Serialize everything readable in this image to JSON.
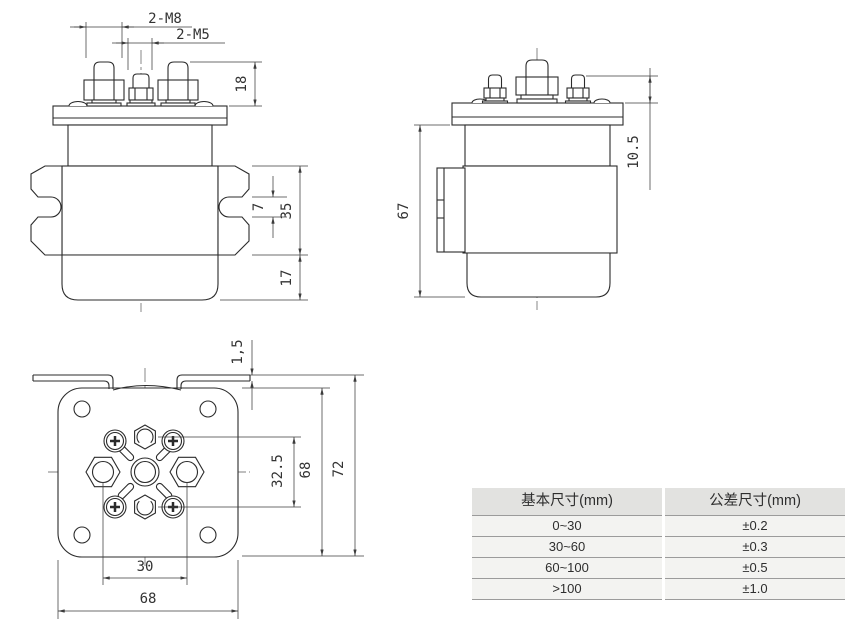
{
  "drawing": {
    "front_view": {
      "dim_2m8": "2-M8",
      "dim_2m5": "2-M5",
      "dim_terminal_height": "18",
      "dim_bracket_height": "35",
      "dim_slot_width": "7",
      "dim_bottom_height": "17"
    },
    "side_view": {
      "dim_body_height": "67",
      "dim_terminal_height": "10.5"
    },
    "bottom_view": {
      "dim_bracket_thickness": "1,5",
      "dim_coil_terminal_span": "32.5",
      "dim_plate_height": "68",
      "dim_overall_height": "72",
      "dim_main_terminal_span": "30",
      "dim_plate_width": "68"
    }
  },
  "tolerance_table": {
    "headers": {
      "basic": "基本尺寸(mm)",
      "tolerance": "公差尺寸(mm)"
    },
    "rows": [
      {
        "basic": "0~30",
        "tolerance": "±0.2"
      },
      {
        "basic": "30~60",
        "tolerance": "±0.3"
      },
      {
        "basic": "60~100",
        "tolerance": "±0.5"
      },
      {
        "basic": ">100",
        "tolerance": "±1.0"
      }
    ]
  },
  "colors": {
    "outline": "#2b2b2b",
    "dimension": "#3c3c3c",
    "table_header_bg": "#e2e2e0",
    "table_row_bg": "#f3f3f1",
    "table_border": "#9b9b9b"
  }
}
